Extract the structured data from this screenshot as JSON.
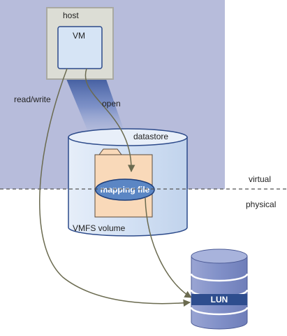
{
  "labels": {
    "host": "host",
    "vm": "VM",
    "read_write": "read/write",
    "open": "open",
    "datastore": "datastore",
    "mapping_file": "mapping file",
    "vmfs_volume": "VMFS volume",
    "virtual": "virtual",
    "physical": "physical",
    "lun": "LUN"
  },
  "colors": {
    "virtual_region": "#B7BCDB",
    "host_box": "#DCDDD5",
    "vm_box": "#D6E4F5",
    "vm_border": "#2C4A8A",
    "datastore": "#D4E2F5",
    "file_folder": "#F9D9B9",
    "mapping_ellipse": "#5B86C4",
    "arrow": "#6B6B50",
    "lun_disk": "#7D8BC2",
    "lun_label_band": "#2E4D8E"
  },
  "icons": {
    "file": "folder-icon",
    "lun": "disk-stack-icon"
  }
}
